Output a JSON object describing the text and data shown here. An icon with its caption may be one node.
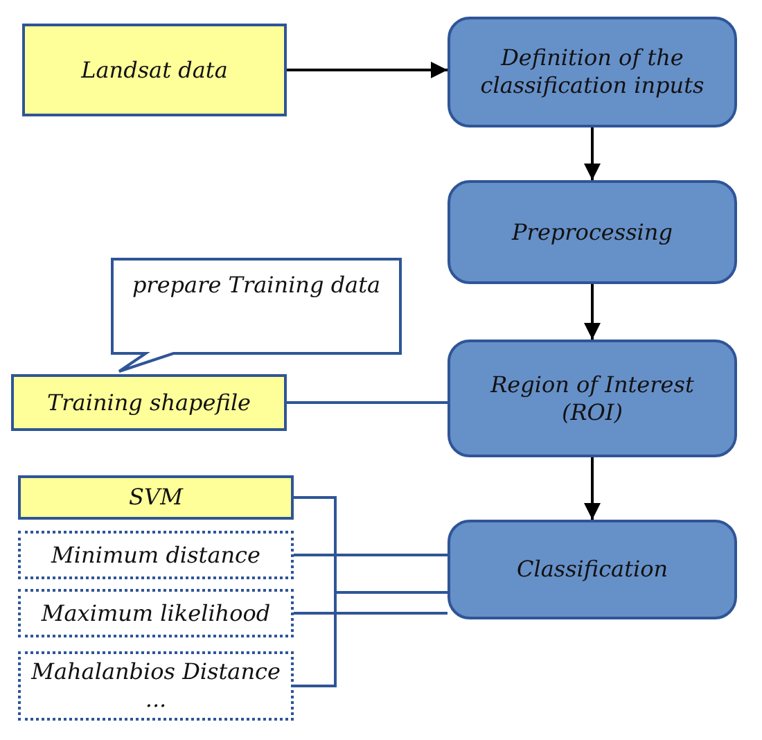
{
  "diagram": {
    "nodes": [
      {
        "text": [
          "Landsat data"
        ]
      },
      {
        "text": [
          "Definition of the classification inputs"
        ]
      },
      {
        "text": [
          "Preprocessing"
        ]
      },
      {
        "text": [
          "prepare Training data"
        ]
      },
      {
        "text": [
          "Training shapefile"
        ]
      },
      {
        "text": [
          "Region of Interest (ROI)"
        ]
      },
      {
        "text": [
          "SVM"
        ]
      },
      {
        "text": [
          "Minimum distance"
        ]
      },
      {
        "text": [
          "Maximum likelihood"
        ]
      },
      {
        "text": [
          "Mahalanbios Distance ..."
        ]
      },
      {
        "text": [
          "Classification"
        ]
      }
    ],
    "edges": [
      {
        "from": 0,
        "to": 1,
        "arrow": "to",
        "color": "#000000"
      },
      {
        "from": 1,
        "to": 2,
        "arrow": "to",
        "color": "#000000"
      },
      {
        "from": 2,
        "to": 5,
        "arrow": "to",
        "color": "#000000"
      },
      {
        "from": 5,
        "to": 10,
        "arrow": "to",
        "color": "#000000"
      },
      {
        "from": 4,
        "to": 5,
        "arrow": "none"
      },
      {
        "from": 6,
        "to": 10,
        "arrow": "none"
      },
      {
        "from": 7,
        "to": 10,
        "arrow": "none"
      },
      {
        "from": 8,
        "to": 10,
        "arrow": "none"
      },
      {
        "from": 9,
        "to": 10,
        "arrow": "none"
      }
    ]
  }
}
